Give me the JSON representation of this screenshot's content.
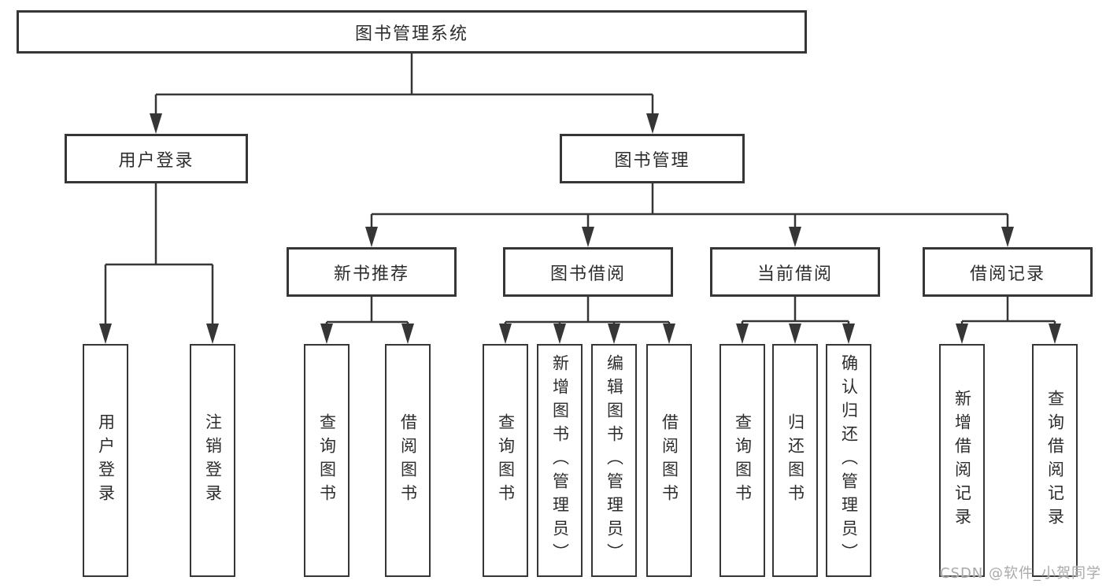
{
  "diagram": {
    "root": "图书管理系统",
    "branches": [
      {
        "label": "用户登录",
        "children": [
          "用户登录",
          "注销登录"
        ]
      },
      {
        "label": "图书管理",
        "sections": [
          {
            "label": "新书推荐",
            "children": [
              "查询图书",
              "借阅图书"
            ]
          },
          {
            "label": "图书借阅",
            "children": [
              "查询图书",
              "新增图书（管理员）",
              "编辑图书（管理员）",
              "借阅图书"
            ]
          },
          {
            "label": "当前借阅",
            "children": [
              "查询图书",
              "归还图书",
              "确认归还（管理员）"
            ]
          },
          {
            "label": "借阅记录",
            "children": [
              "新增借阅记录",
              "查询借阅记录"
            ]
          }
        ]
      }
    ]
  },
  "watermark": {
    "text": "CSDN @软件_小贺同学"
  },
  "colors": {
    "line": "#363636",
    "text": "#2d2d2d",
    "watermark": "#a9a9a9",
    "background": "#ffffff"
  }
}
